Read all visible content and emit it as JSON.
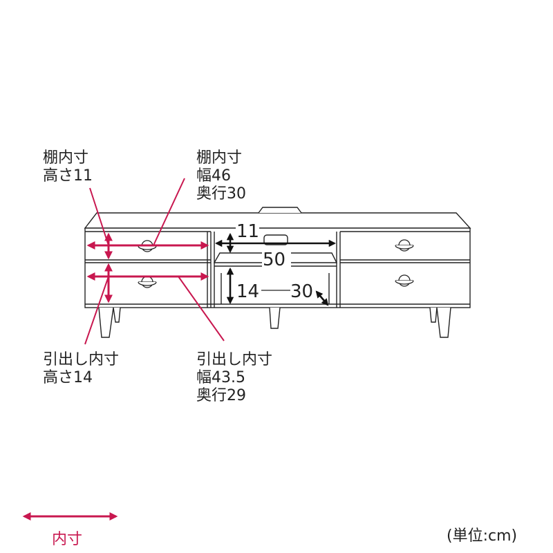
{
  "colors": {
    "inner_dimension": "#c8174f",
    "outline": "#222222",
    "arrow_black": "#111111"
  },
  "callouts": {
    "shelf_height": {
      "line1": "棚内寸",
      "line2": "高さ11"
    },
    "shelf_width_depth": {
      "line1": "棚内寸",
      "line2": "幅46",
      "line3": "奥行30"
    },
    "drawer_height": {
      "line1": "引出し内寸",
      "line2": "高さ14"
    },
    "drawer_width_depth": {
      "line1": "引出し内寸",
      "line2": "幅43.5",
      "line3": "奥行29"
    }
  },
  "center_dimensions": {
    "upper_opening_height": "11",
    "center_width": "50",
    "lower_opening_height": "14",
    "lower_depth": "30"
  },
  "legend": {
    "label": "内寸"
  },
  "unit": {
    "label": "(単位:cm)"
  }
}
